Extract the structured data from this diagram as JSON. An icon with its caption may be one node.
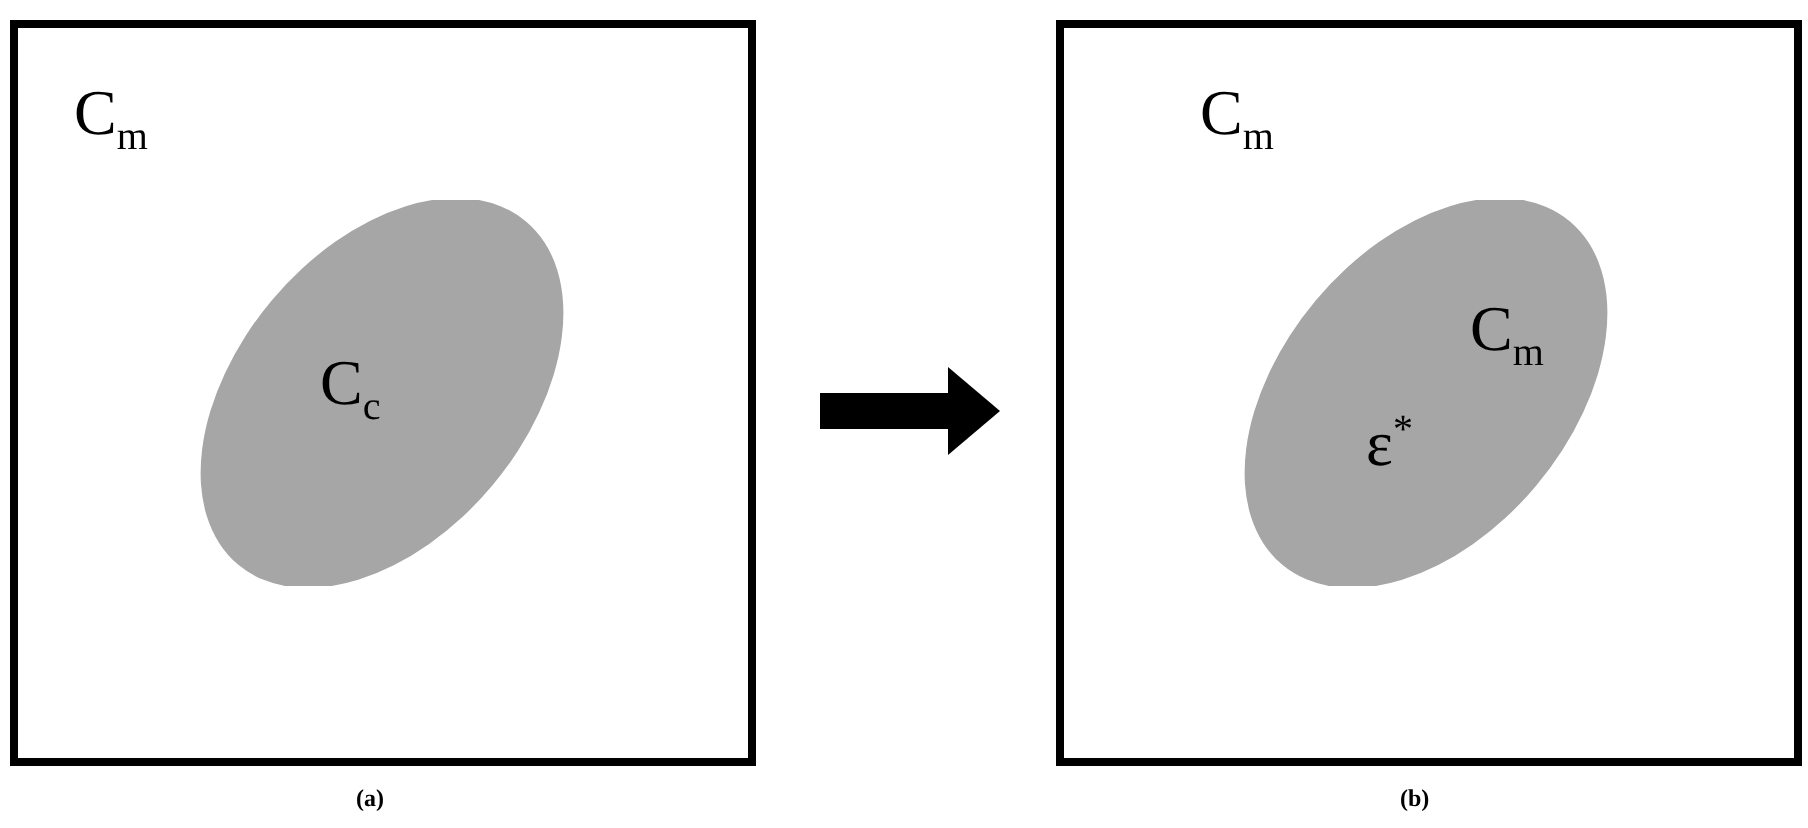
{
  "diagram": {
    "nodes": [
      {
        "text": [
          "C$_{m}$"
        ],
        "beside": [
          "(a)"
        ]
      },
      {
        "text": [
          "C$_{c}$"
        ],
        "in": 0
      },
      {
        "text": [
          "C$_{m}$"
        ],
        "beside": [
          "(b)"
        ]
      },
      {
        "text": [
          "C$_{m}$",
          "ε$^{*}$"
        ],
        "in": 2
      }
    ],
    "edges": [
      {
        "from": 0,
        "to": 2,
        "arrow": "to"
      }
    ]
  }
}
